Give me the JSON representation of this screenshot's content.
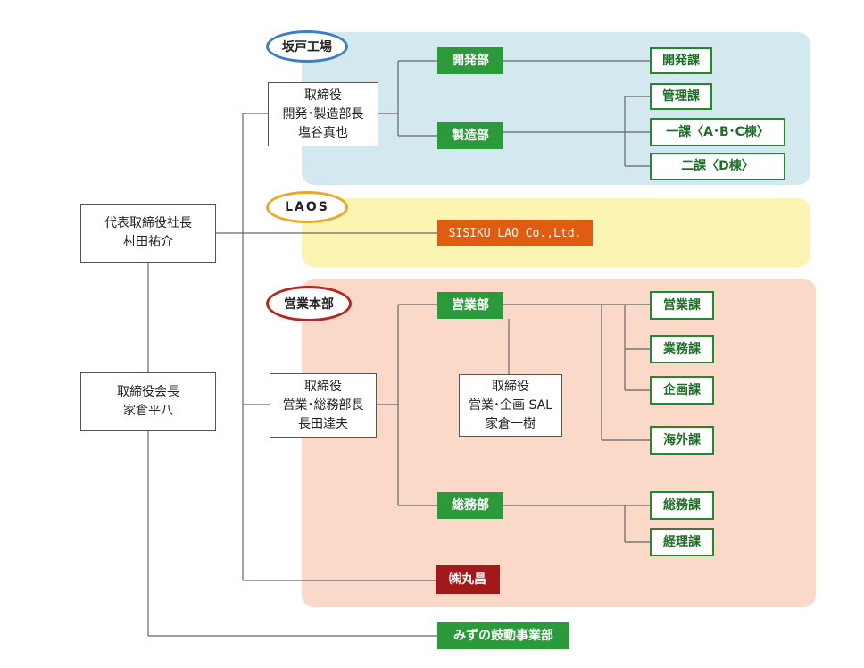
{
  "colors": {
    "region_sakado": "#d3e9ef",
    "region_laos": "#fcf4b3",
    "region_sales": "#fad9c9",
    "oval_sakado": "#3a7fc4",
    "oval_laos": "#f0a623",
    "oval_sales": "#b9261c",
    "dept_green": "#2a9a3a",
    "dept_orange": "#e05c10",
    "dept_red": "#a2191c"
  },
  "regions": {
    "sakado": "坂戸工場",
    "laos": "LAOS",
    "sales": "営業本部"
  },
  "people": {
    "president": {
      "title": "代表取締役社長",
      "name": "村田祐介"
    },
    "chairman": {
      "title": "取締役会長",
      "name": "家倉平八"
    },
    "dev_director": {
      "title": "取締役",
      "role": "開発･製造部長",
      "name": "塩谷真也"
    },
    "sales_director": {
      "title": "取締役",
      "role": "営業･総務部長",
      "name": "長田達夫"
    },
    "sal_director": {
      "title": "取締役",
      "role": "営業･企画 SAL",
      "name": "家倉一樹"
    }
  },
  "departments": {
    "development": "開発部",
    "manufacturing": "製造部",
    "laos_company": "SISIKU LAO Co.,Ltd.",
    "sales": "営業部",
    "general_affairs": "総務部",
    "marumasa": "㈱丸昌",
    "mizuno": "みずの鼓動事業部"
  },
  "sections": {
    "development_section": "開発課",
    "management_section": "管理課",
    "section_1": "一課〈A･B･C棟〉",
    "section_2": "二課〈D棟〉",
    "sales_section": "営業課",
    "business_section": "業務課",
    "planning_section": "企画課",
    "overseas_section": "海外課",
    "general_section": "総務課",
    "accounting_section": "経理課"
  }
}
